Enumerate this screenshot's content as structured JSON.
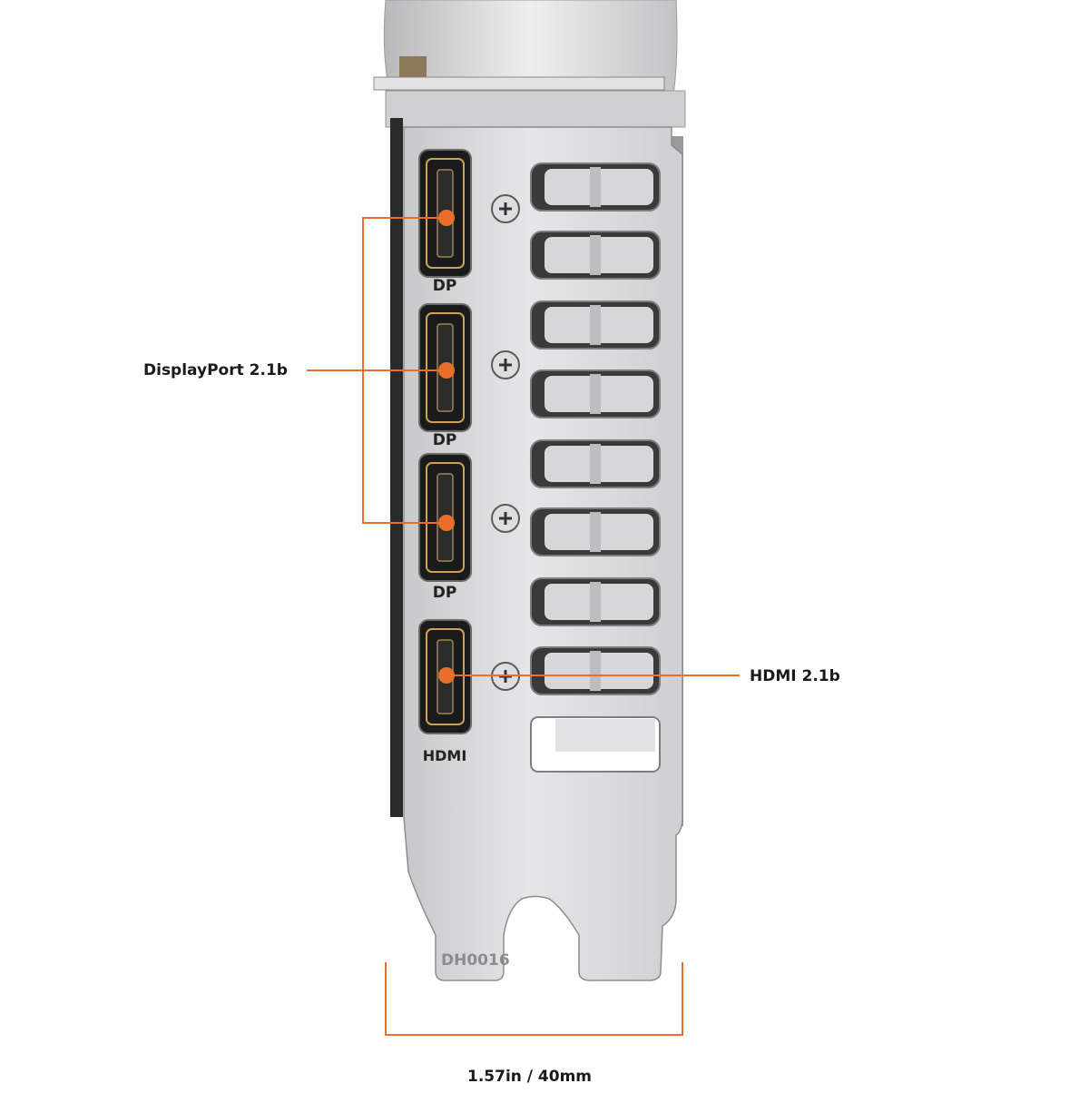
{
  "annotations": {
    "displayport_label": "DisplayPort 2.1b",
    "hdmi_label": "HDMI 2.1b",
    "width_label": "1.57in / 40mm"
  },
  "bracket": {
    "port_labels": [
      "DP",
      "DP",
      "DP",
      "HDMI"
    ],
    "part_code": "DH0016"
  },
  "colors": {
    "accent": "#e8702a",
    "bracket_metal": "#d9d9db",
    "port_black": "#1b1b1b",
    "port_gold": "#c9a45a"
  }
}
